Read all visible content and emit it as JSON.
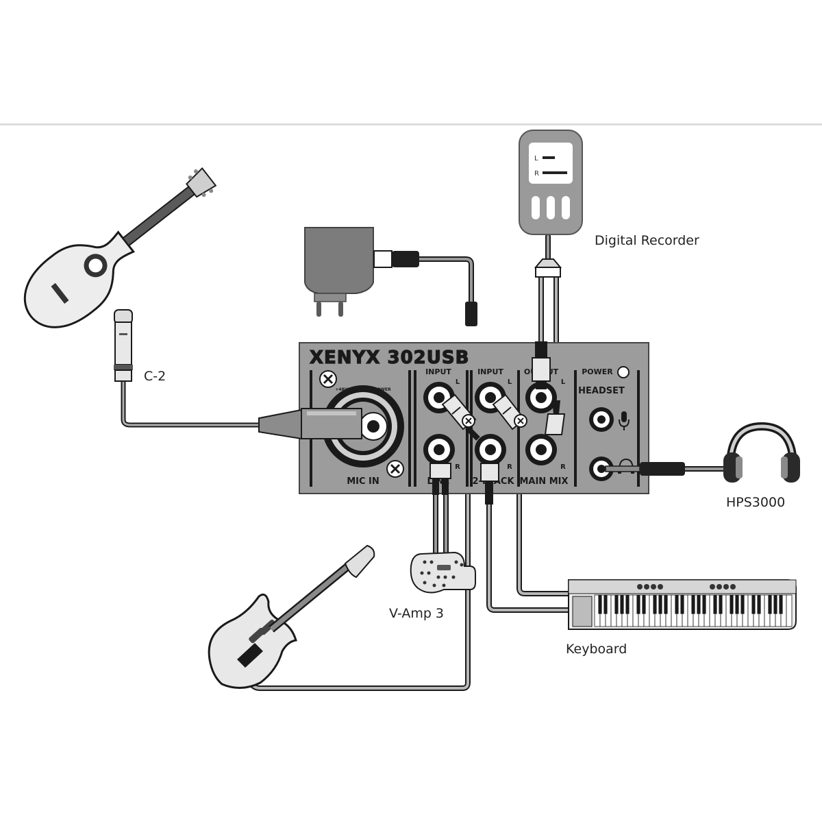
{
  "labels": {
    "recorder": "Digital Recorder",
    "mic": "C-2",
    "headphones": "HPS3000",
    "vamp": "V-Amp 3",
    "keyboard": "Keyboard"
  },
  "mixer": {
    "brand": "XENYX 302USB",
    "mic_in": "MIC IN",
    "phantom": "+48V PHANTOM POWER",
    "input_1": "INPUT",
    "input_2": "INPUT",
    "output": "OUTPUT",
    "power": "POWER",
    "headset": "HEADSET",
    "main_mix": "MAIN MIX",
    "line": "LINE",
    "two_track": "2-TRACK",
    "ch_l": "L",
    "ch_r": "R"
  },
  "recorder": {
    "ch_l": "L",
    "ch_r": "R"
  },
  "colors": {
    "panel": "#9c9c9c",
    "outline": "#1a1a1a",
    "cable": "#8e8e8e",
    "device": "#cfcfcf",
    "dark": "#5a5a5a"
  }
}
